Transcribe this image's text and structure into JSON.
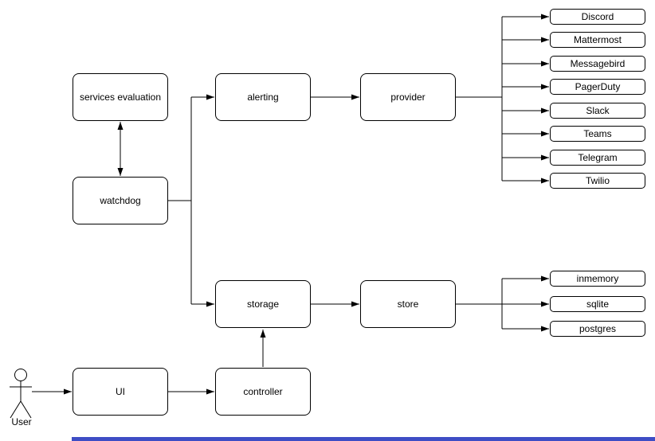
{
  "diagram": {
    "nodes": {
      "services_evaluation": "services evaluation",
      "watchdog": "watchdog",
      "alerting": "alerting",
      "provider": "provider",
      "storage": "storage",
      "store": "store",
      "ui": "UI",
      "controller": "controller"
    },
    "providers": [
      "Discord",
      "Mattermost",
      "Messagebird",
      "PagerDuty",
      "Slack",
      "Teams",
      "Telegram",
      "Twilio"
    ],
    "stores": [
      "inmemory",
      "sqlite",
      "postgres"
    ],
    "actor_label": "User",
    "colors": {
      "stroke": "#000000",
      "node_fill": "#ffffff",
      "accent_bar": "#3e4dc5"
    }
  }
}
